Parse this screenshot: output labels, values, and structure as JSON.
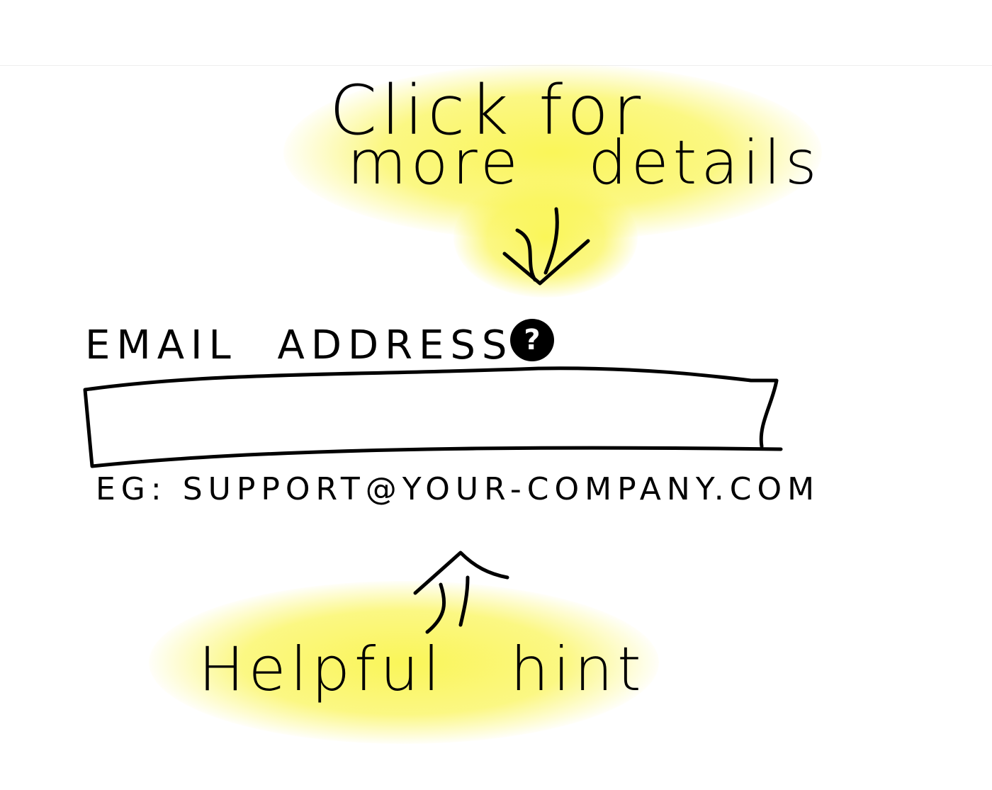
{
  "annotations": {
    "top_line1": "Click for",
    "top_line2": "more details",
    "bottom": "Helpful hint"
  },
  "form": {
    "label": "EMAIL ADDRESS",
    "help_icon": "question-mark-icon",
    "help_glyph": "?",
    "input_value": "",
    "hint": "EG: SUPPORT@YOUR-COMPANY.COM"
  },
  "colors": {
    "highlight": "#f8f44f",
    "ink": "#000000"
  }
}
